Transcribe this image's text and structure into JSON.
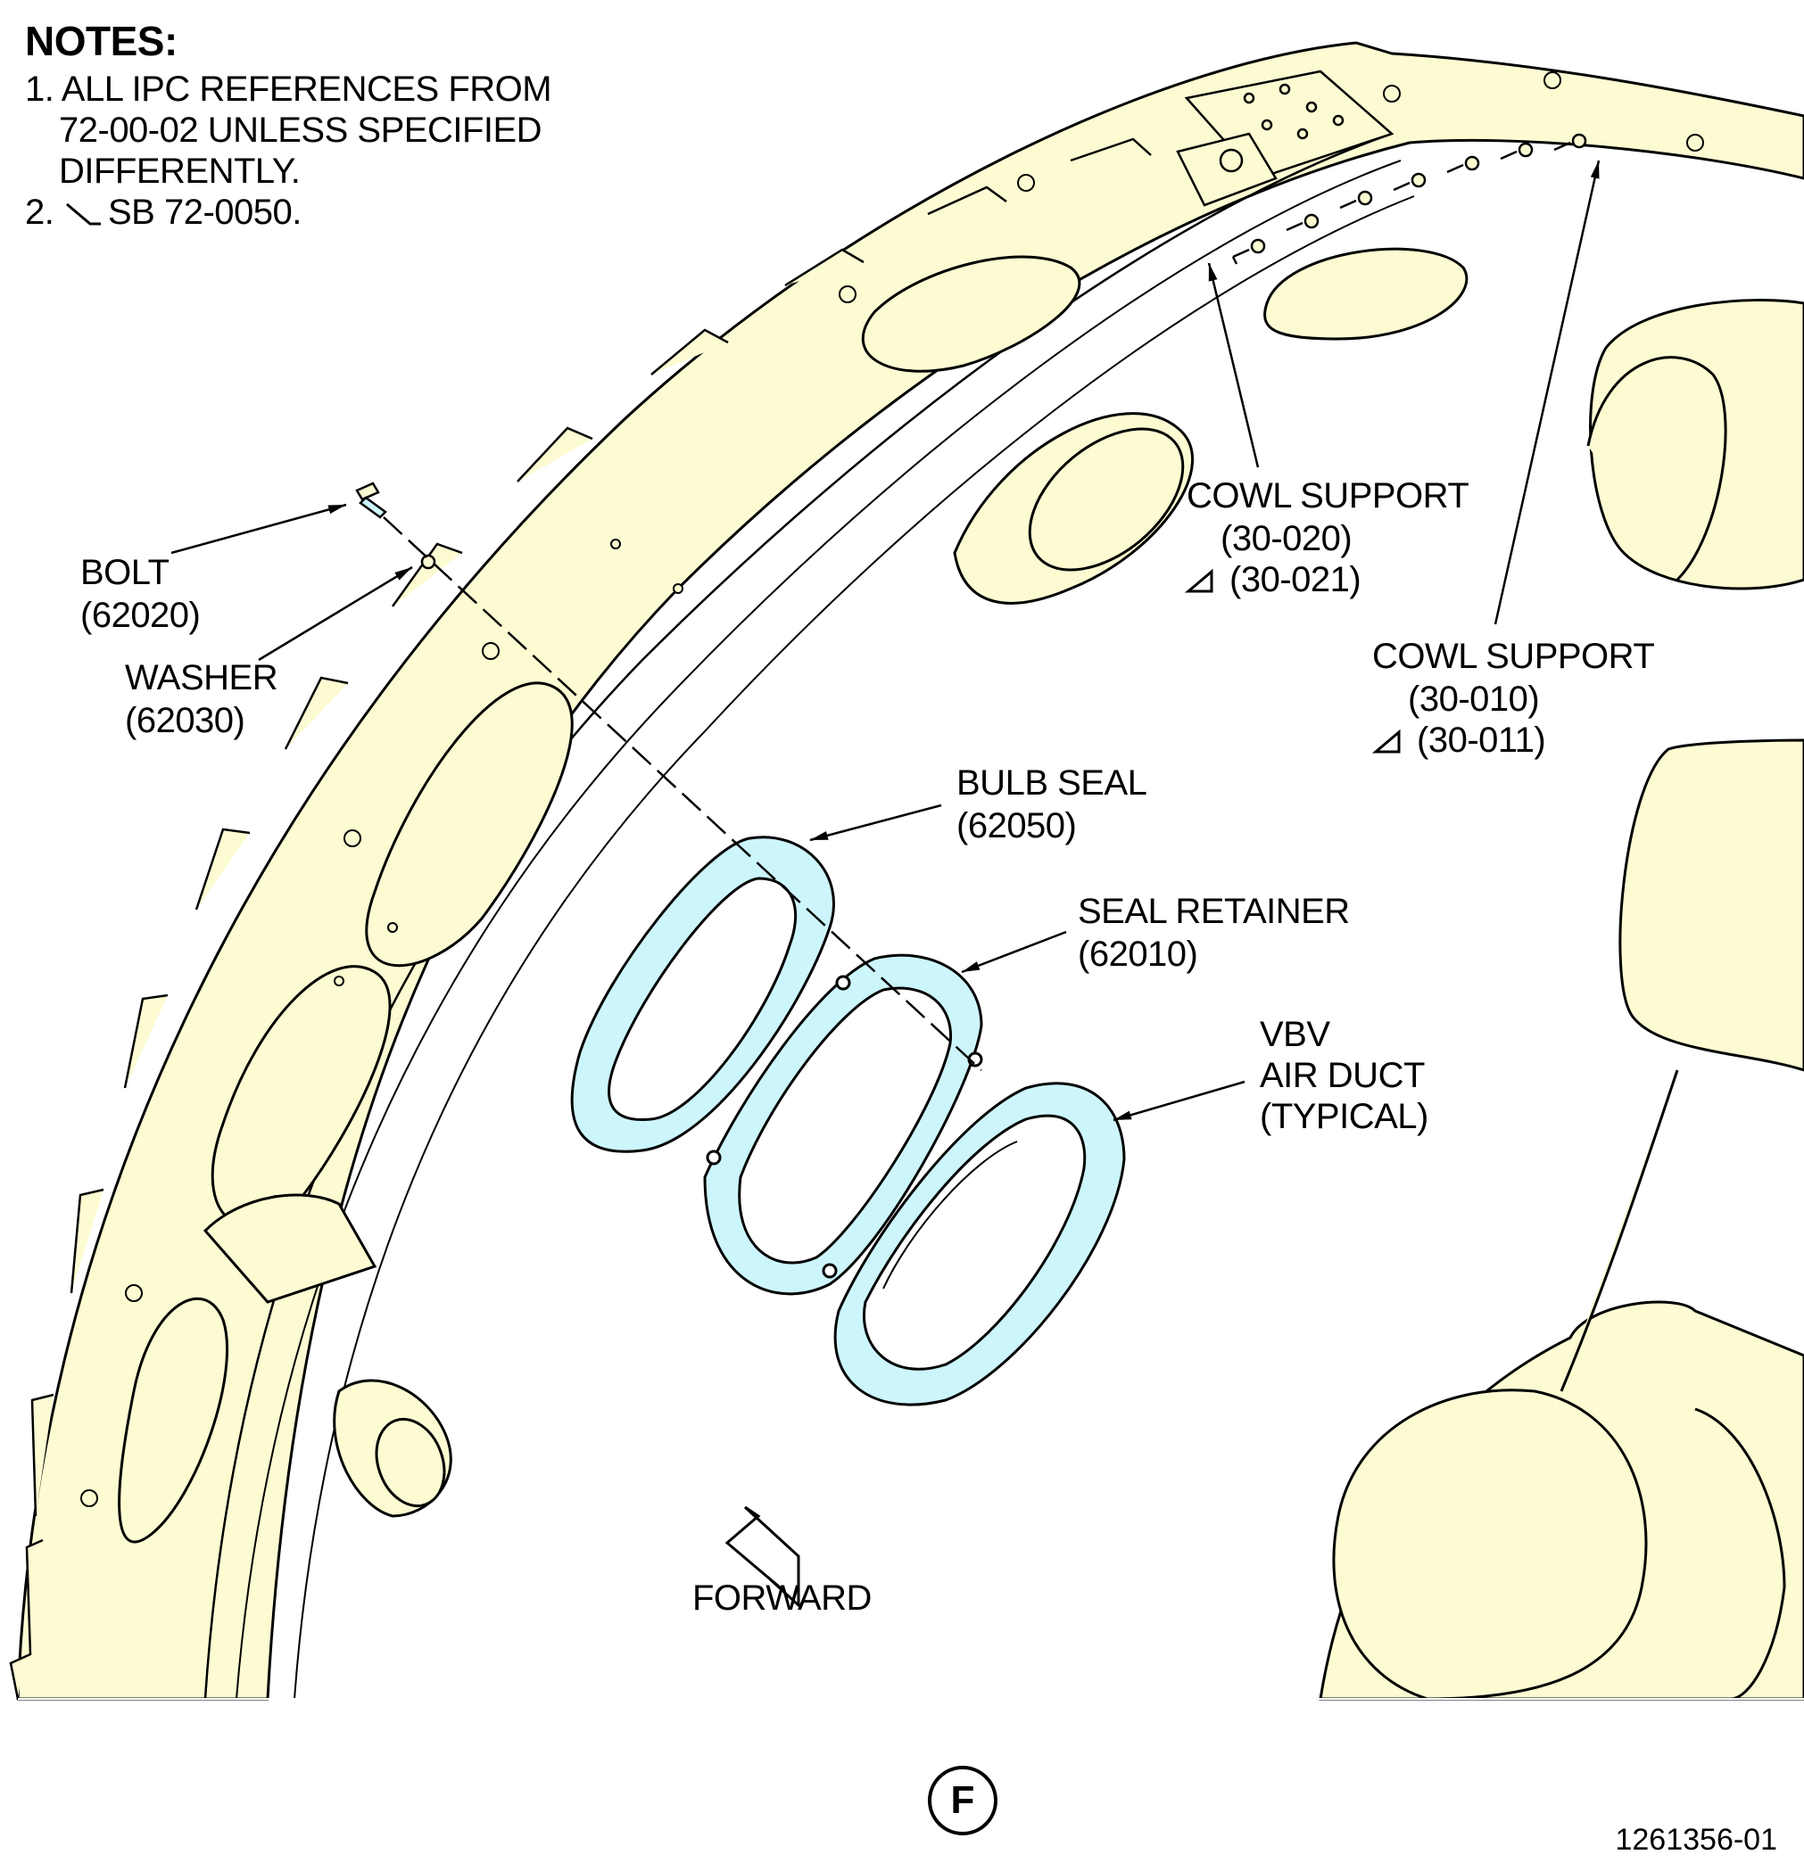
{
  "notes": {
    "title": "NOTES:",
    "lines": [
      "1. ALL IPC REFERENCES FROM",
      "72-00-02 UNLESS SPECIFIED",
      "DIFFERENTLY.",
      "2.",
      "SB 72-0050."
    ]
  },
  "callouts": {
    "bolt": {
      "name": "BOLT",
      "ref": "(62020)"
    },
    "washer": {
      "name": "WASHER",
      "ref": "(62030)"
    },
    "cowl_support_a": {
      "name": "COWL SUPPORT",
      "ref": "(30-020)",
      "ref_sb": "(30-021)"
    },
    "cowl_support_b": {
      "name": "COWL SUPPORT",
      "ref": "(30-010)",
      "ref_sb": "(30-011)"
    },
    "bulb_seal": {
      "name": "BULB SEAL",
      "ref": "(62050)"
    },
    "seal_retainer": {
      "name": "SEAL RETAINER",
      "ref": "(62010)"
    },
    "vbv_air_duct": {
      "line1": "VBV",
      "line2": "AIR DUCT",
      "line3": "(TYPICAL)"
    },
    "forward": "FORWARD"
  },
  "figure_letter": "F",
  "drawing_number": "1261356-01",
  "colors": {
    "structure": "#FCFBD2",
    "seal_parts": "#CCF6FC",
    "line": "#000000"
  }
}
